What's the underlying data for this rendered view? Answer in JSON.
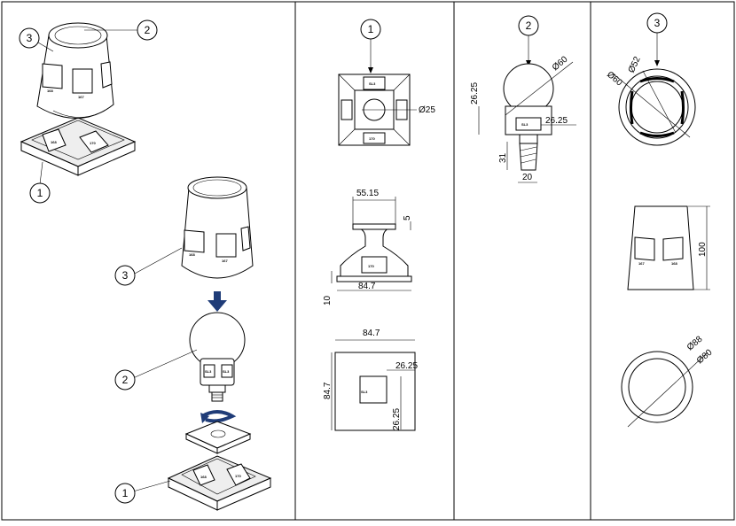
{
  "callouts": {
    "c1": "1",
    "c2": "2",
    "c3": "3"
  },
  "labels": {
    "panel_a": "167",
    "panel_b": "168",
    "panel_c": "170",
    "panel_d": "SL3"
  },
  "dims": {
    "base_top_dia": "Ø25",
    "base_neck_w": "55.15",
    "base_neck_h": "5",
    "base_bottom_w": "84.7",
    "base_foot_h": "10",
    "plate_w": "84.7",
    "plate_h": "84.7",
    "plate_sq_w": "26.25",
    "plate_sq_h": "26.25",
    "bulb_dia": "Ø60",
    "bulb_h": "26.25",
    "bulb_w": "26.25",
    "bulb_base_h": "31",
    "bulb_base_w": "20",
    "shade_dia_a": "Ø60",
    "shade_dia_b": "Ø52",
    "shade_h": "100",
    "shade_dia_c": "Ø88",
    "shade_dia_d": "Ø80"
  },
  "colors": {
    "arrow": "#1f3c78",
    "line": "#000000"
  }
}
